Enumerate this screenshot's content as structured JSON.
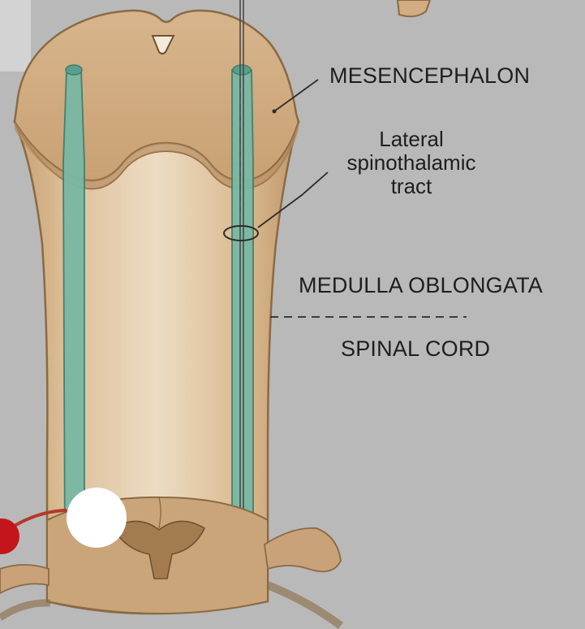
{
  "labels": {
    "mesencephalon": "MESENCEPHALON",
    "lateral_spinothalamic_tract": [
      "Lateral",
      "spinothalamic",
      "tract"
    ],
    "medulla_oblongata": "MEDULLA OBLONGATA",
    "spinal_cord": "SPINAL CORD"
  },
  "colors": {
    "background": "#b9b9b9",
    "brainstem_fill": "#d9b98f",
    "brainstem_shade": "#c29a6c",
    "brainstem_outline": "#8a6a45",
    "tract_fill": "#79b8a4",
    "tract_outline": "#3f7d6d",
    "nerve_root": "#c9a27a",
    "afferent_fiber": "#b23a2b",
    "cell_marker_red": "#c4151c",
    "cell_marker_white": "#ffffff"
  }
}
